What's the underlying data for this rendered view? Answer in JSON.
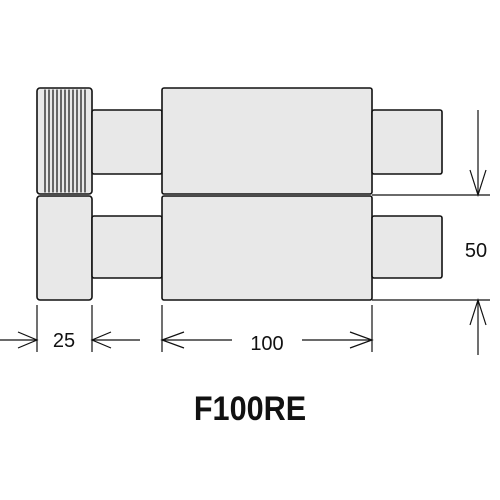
{
  "drawing": {
    "dimensions": {
      "width_left": "25",
      "width_middle": "100",
      "height_right": "50"
    },
    "model_code": "F100RE"
  }
}
